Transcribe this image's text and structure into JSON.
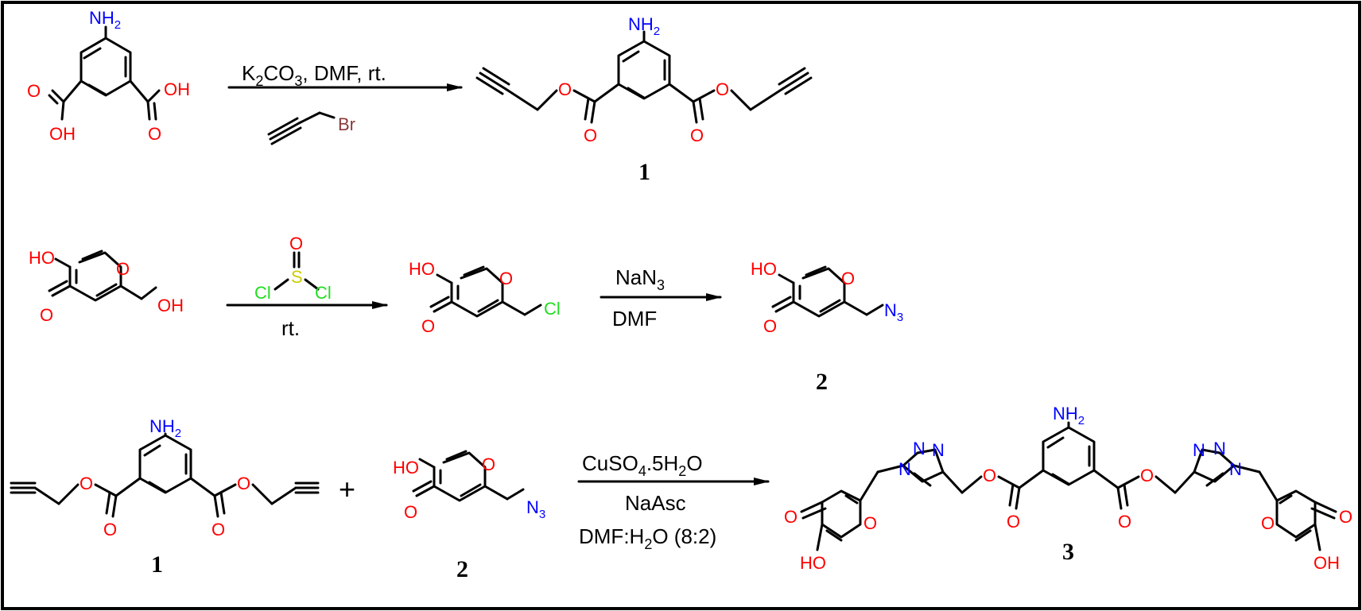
{
  "colors": {
    "oxygen": "#ff0000",
    "nitrogen": "#0000ff",
    "chlorine": "#22dd22",
    "sulfur": "#cccc00",
    "bromine": "#8b3a3a",
    "bond": "#000000",
    "frame": "#000000"
  },
  "atoms": {
    "NH2_main": "NH",
    "NH2_sub": "2",
    "OH": "OH",
    "HO": "HO",
    "O": "O",
    "Cl": "Cl",
    "S": "S",
    "Br": "Br",
    "N": "N",
    "N3_main": "N",
    "N3_sub": "3"
  },
  "reaction1": {
    "reagent_main": "K",
    "reagent_sub1": "2",
    "reagent_mid": "CO",
    "reagent_sub2": "3",
    "reagent_tail": ", DMF, rt.",
    "product_label": "1"
  },
  "reaction2": {
    "step1_below": "rt.",
    "step2_above_main": "NaN",
    "step2_above_sub": "3",
    "step2_below": "DMF",
    "product_label": "2"
  },
  "reaction3": {
    "reactant1_label": "1",
    "plus": "+",
    "reactant2_label": "2",
    "cond1_a": "CuSO",
    "cond1_sub1": "4",
    "cond1_b": ".5H",
    "cond1_sub2": "2",
    "cond1_c": "O",
    "cond2": "NaAsc",
    "cond3_a": "DMF:H",
    "cond3_sub": "2",
    "cond3_b": "O (8:2)",
    "product_label": "3"
  }
}
